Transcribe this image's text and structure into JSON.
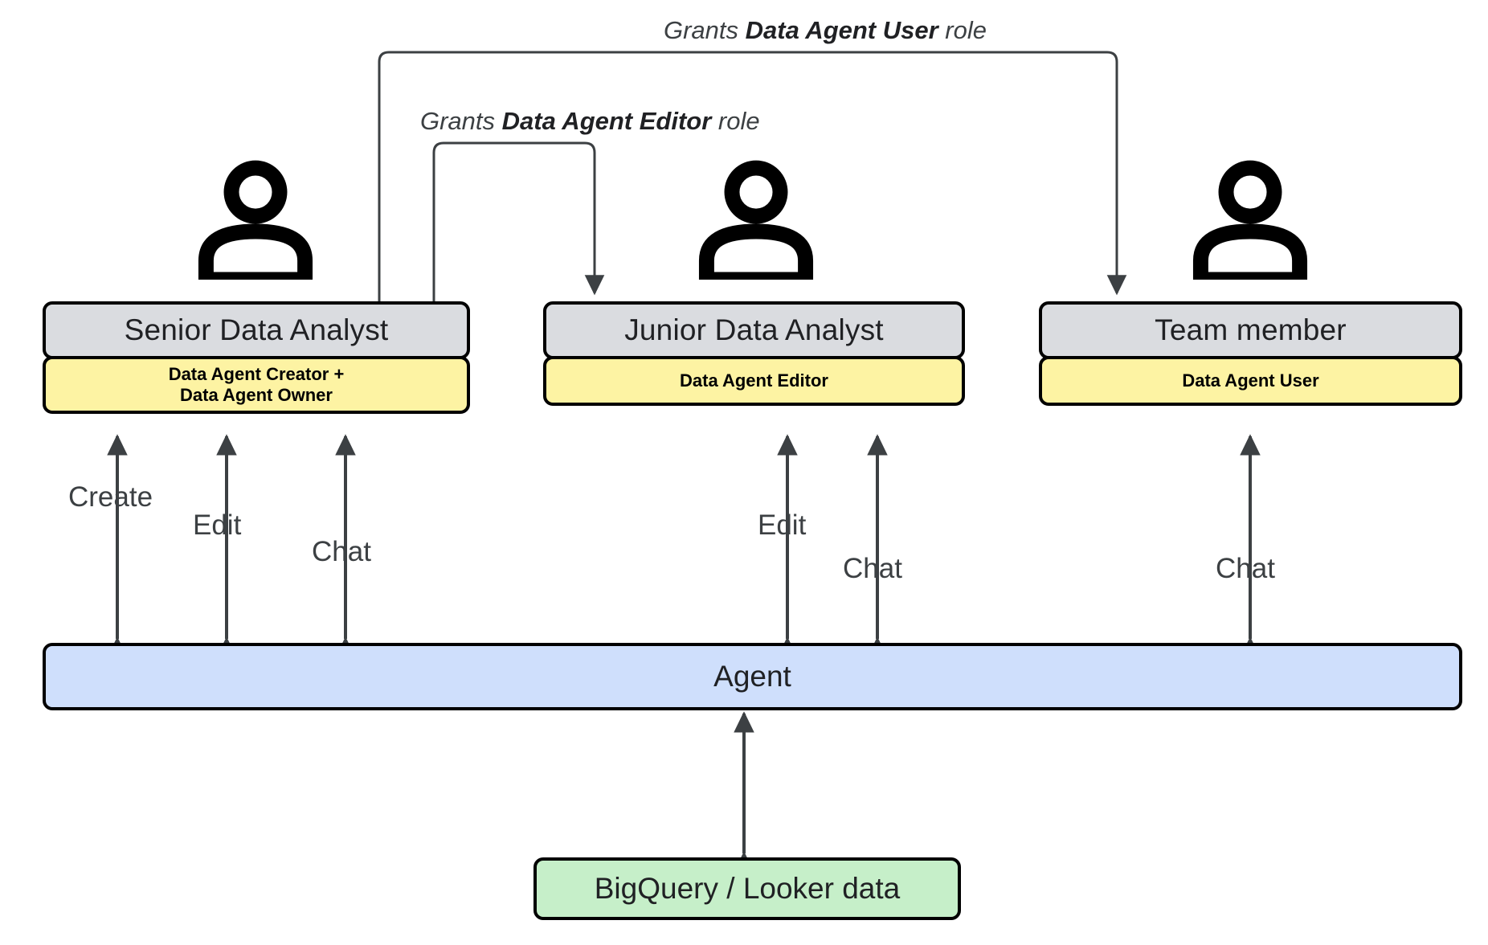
{
  "diagram": {
    "title": "Data Agent roles and permissions",
    "colors": {
      "role_box_fill": "#dadce0",
      "permission_box_fill": "#fdf3a3",
      "agent_fill": "#cfdffc",
      "data_fill": "#c6efc9",
      "stroke": "#000000",
      "connector": "#3c4043",
      "background": "#ffffff"
    }
  },
  "grants": [
    {
      "id": "grant-user",
      "prefix": "Grants ",
      "role": "Data Agent User",
      "suffix": " role",
      "from": "Senior Data Analyst",
      "to": "Team member"
    },
    {
      "id": "grant-editor",
      "prefix": "Grants ",
      "role": "Data Agent Editor",
      "suffix": " role",
      "from": "Senior Data Analyst",
      "to": "Junior Data Analyst"
    }
  ],
  "personas": [
    {
      "id": "senior-data-analyst",
      "title": "Senior Data Analyst",
      "permission": "Data Agent Creator +\nData Agent Owner",
      "permission_lines": [
        "Data Agent Creator +",
        "Data Agent Owner"
      ],
      "icon": "person-icon",
      "actions": [
        "Create",
        "Edit",
        "Chat"
      ]
    },
    {
      "id": "junior-data-analyst",
      "title": "Junior Data Analyst",
      "permission": "Data Agent Editor",
      "permission_lines": [
        "Data Agent Editor"
      ],
      "icon": "person-icon",
      "actions": [
        "Edit",
        "Chat"
      ]
    },
    {
      "id": "team-member",
      "title": "Team member",
      "permission": "Data Agent User",
      "permission_lines": [
        "Data Agent User"
      ],
      "icon": "person-icon",
      "actions": [
        "Chat"
      ]
    }
  ],
  "action_labels": {
    "senior_create": "Create",
    "senior_edit": "Edit",
    "senior_chat": "Chat",
    "junior_edit": "Edit",
    "junior_chat": "Chat",
    "team_chat": "Chat"
  },
  "agent": {
    "label": "Agent"
  },
  "data_source": {
    "label": "BigQuery / Looker data"
  }
}
